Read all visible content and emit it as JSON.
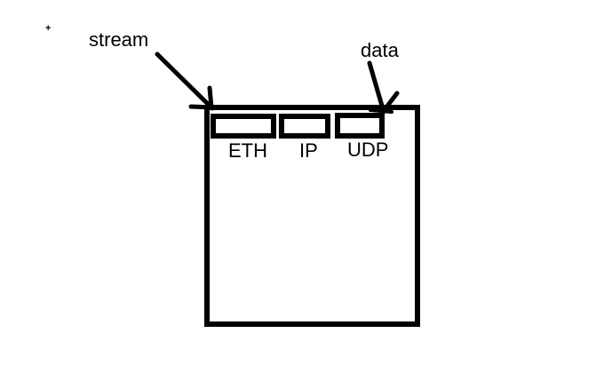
{
  "colors": {
    "ink": "#000000",
    "canvas": "#ffffff"
  },
  "marks": {
    "stray_plus": "+"
  },
  "annotations": {
    "stream_label": "stream",
    "data_label": "data"
  },
  "protocol_stack": {
    "headers": [
      {
        "label": "ETH"
      },
      {
        "label": "IP"
      },
      {
        "label": "UDP"
      }
    ]
  }
}
